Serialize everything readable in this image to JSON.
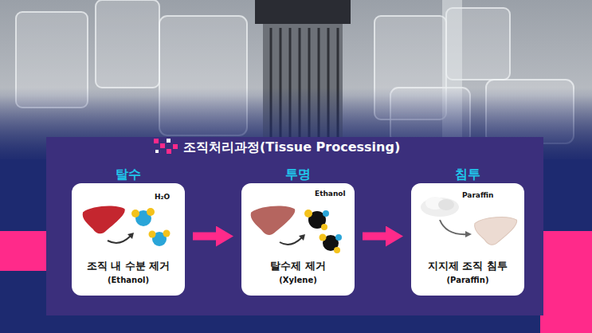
{
  "diagram": {
    "title": "조직처리과정(Tissue Processing)",
    "nodes": [
      {
        "text": [
          "탈수",
          "조직 내 수분 제거",
          "(Ethanol)"
        ]
      },
      {
        "text": [
          "투명",
          "탈수제 제거",
          "(Xylene)"
        ]
      },
      {
        "text": [
          "침투",
          "지지제 조직 침투",
          "(Paraffin)"
        ]
      }
    ],
    "edges": [
      {
        "from": 0,
        "to": 1,
        "arrow": "to"
      },
      {
        "from": 1,
        "to": 2,
        "arrow": "to"
      }
    ],
    "labels": [
      "H₂O",
      "Ethanol",
      "Paraffin"
    ]
  }
}
